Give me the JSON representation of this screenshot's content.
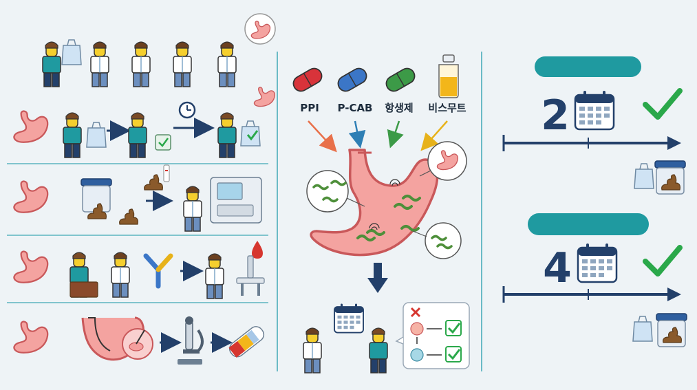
{
  "drugs": {
    "labels": [
      "PPI",
      "P-CAB",
      "항생제",
      "비스무트"
    ]
  },
  "timeline": {
    "row1": {
      "number": "2"
    },
    "row2": {
      "number": "4"
    }
  },
  "colors": {
    "stomach": "#f4a3a0",
    "stomach_outline": "#c9585a",
    "teal": "#1f9aa0",
    "navy": "#23406a",
    "check": "#2aa84a",
    "red_x": "#d6362f",
    "divider": "#3fa7b5",
    "ppi": "#d8333a",
    "pcab": "#3b76c7",
    "antibiotic": "#3c9a47",
    "bismuth": "#f3b61a"
  }
}
